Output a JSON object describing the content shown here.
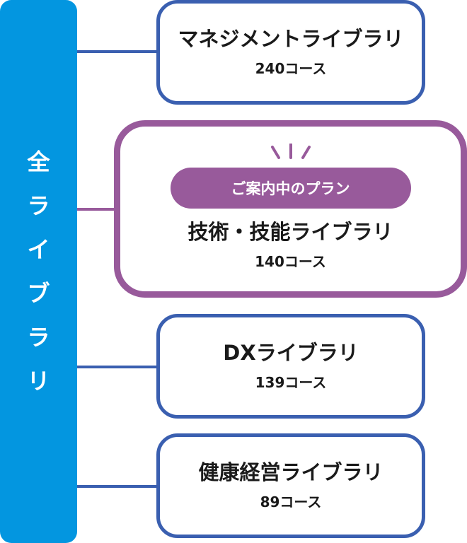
{
  "colors": {
    "root_blue": "#0396e0",
    "line_blue": "#3a5fb0",
    "featured_purple": "#985a9b"
  },
  "root": {
    "label": "全ライブラリ",
    "chars": [
      "全",
      "ラ",
      "イ",
      "ブ",
      "ラ",
      "リ"
    ]
  },
  "libraries": [
    {
      "title": "マネジメントライブラリ",
      "count": "240コース"
    },
    {
      "badge": "ご案内中のプラン",
      "title": "技術・技能ライブラリ",
      "count": "140コース"
    },
    {
      "title": "DXライブラリ",
      "count": "139コース"
    },
    {
      "title": "健康経営ライブラリ",
      "count": "89コース"
    }
  ]
}
